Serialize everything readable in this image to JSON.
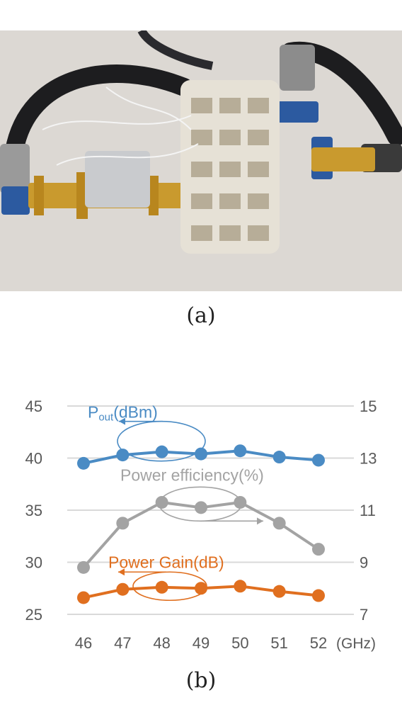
{
  "captions": {
    "a": "(a)",
    "b": "(b)"
  },
  "photo": {
    "icon": "waveguide-amplifier-module-photo"
  },
  "colors": {
    "pout": "#4A8BC4",
    "efficiency": "#A3A3A3",
    "gain": "#E06F1F",
    "grid": "#D9D9D9",
    "axis_text": "#595959"
  },
  "chart_data": {
    "type": "line",
    "x": [
      46,
      47,
      48,
      49,
      50,
      51,
      52
    ],
    "xunit": "(GHz)",
    "left_axis": {
      "ylim": [
        25,
        45
      ],
      "ticks": [
        25,
        30,
        35,
        40,
        45
      ]
    },
    "right_axis": {
      "ylim": [
        7,
        15
      ],
      "ticks": [
        7,
        9,
        11,
        13,
        15
      ]
    },
    "grid": true,
    "series": [
      {
        "key": "pout",
        "name_main": "P",
        "name_sub": "out",
        "name_rest": "(dBm)",
        "axis": "left",
        "values": [
          39.5,
          40.3,
          40.6,
          40.4,
          40.7,
          40.1,
          39.8
        ],
        "arrow": "left"
      },
      {
        "key": "efficiency",
        "name": "Power efficiency(%)",
        "axis": "right",
        "values": [
          8.8,
          10.5,
          11.3,
          11.1,
          11.3,
          10.5,
          9.5
        ],
        "arrow": "right"
      },
      {
        "key": "gain",
        "name": "Power Gain(dB)",
        "axis": "left",
        "values": [
          26.6,
          27.4,
          27.6,
          27.5,
          27.7,
          27.2,
          26.8
        ],
        "arrow": "left"
      }
    ]
  }
}
